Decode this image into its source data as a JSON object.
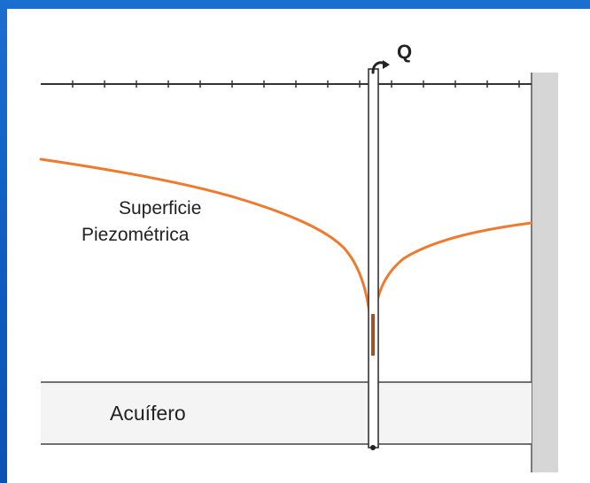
{
  "diagram": {
    "flow_label": "Q",
    "surface_label_line1": "Superficie",
    "surface_label_line2": "Piezométrica",
    "aquifer_label": "Acuífero"
  },
  "colors": {
    "background": "#1565c0",
    "drawing_area": "#ffffff",
    "piezometric_curve": "#ef7a2e",
    "aquifer_fill": "#f4f4f4",
    "boundary_wall": "#d6d6d6",
    "lines": "#333333"
  }
}
